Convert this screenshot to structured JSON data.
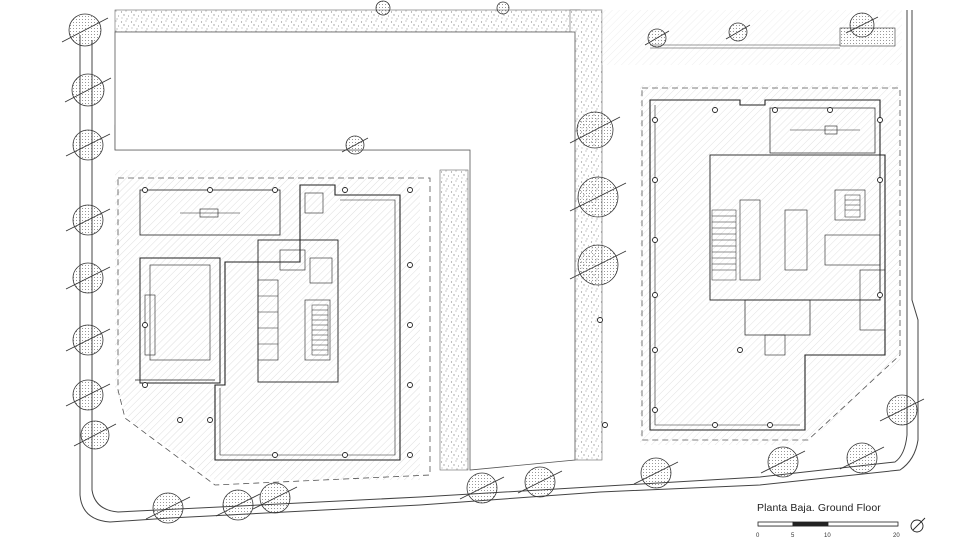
{
  "caption": "Planta Baja. Ground Floor",
  "scale_bar": {
    "labels": [
      "0",
      "5",
      "10",
      "20"
    ]
  },
  "colors": {
    "line": "#333333",
    "hatch": "#8a8a8a",
    "gravel": "#9a9a9a",
    "paper": "#ffffff"
  },
  "icons": [
    "north-arrow-icon"
  ]
}
